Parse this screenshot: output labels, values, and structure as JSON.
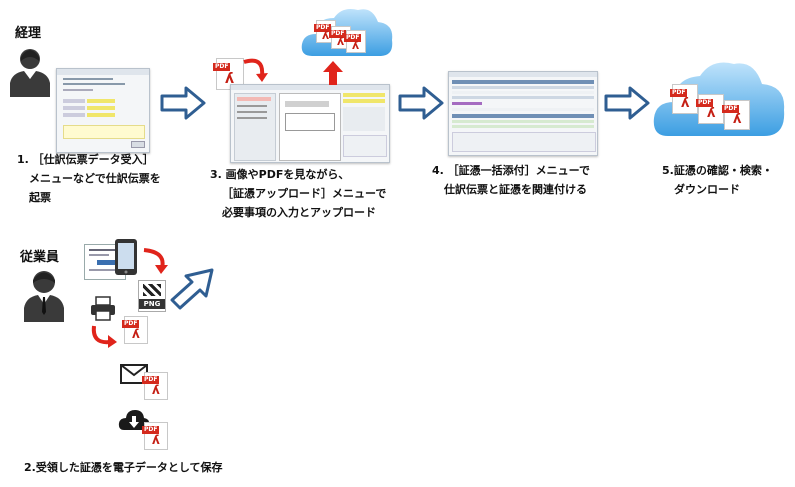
{
  "roles": {
    "accounting": "経理",
    "employee": "従業員"
  },
  "steps": {
    "step1": [
      "1. ［仕訳伝票データ受入］",
      "メニューなどで仕訳伝票を",
      "起票"
    ],
    "step2": "2.受領した証憑を電子データとして保存",
    "step3": [
      "3. 画像やPDFを見ながら、",
      "［証憑アップロード］メニューで",
      "必要事項の入力とアップロード"
    ],
    "step4": [
      "4. ［証憑一括添付］メニューで",
      "仕訳伝票と証憑を関連付ける"
    ],
    "step5": [
      "5.証憑の確認・検索・",
      "ダウンロード"
    ]
  },
  "file_labels": {
    "pdf": "PDF",
    "png": "PNG"
  },
  "colors": {
    "arrow_outline": "#2f5e92",
    "red_arrow": "#e0241b",
    "pdf_red": "#d42a1d",
    "cloud_blue": "#4aa8e8",
    "person_dark": "#3a3a3a"
  },
  "icons": [
    "person-icon",
    "pdf-file-icon",
    "cloud-icon",
    "smartphone-icon",
    "printer-scanner-icon",
    "mail-icon",
    "cloud-download-icon",
    "hollow-arrow-icon",
    "curved-arrow-icon"
  ]
}
